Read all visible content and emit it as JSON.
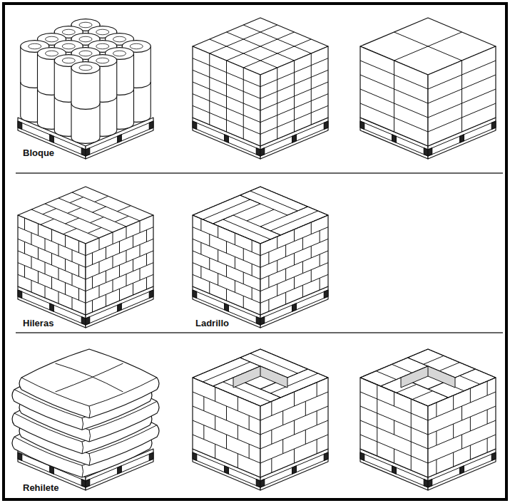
{
  "diagram": {
    "labels": [
      "Bloque",
      "Hileras",
      "Ladrillo",
      "Rehilete"
    ]
  }
}
